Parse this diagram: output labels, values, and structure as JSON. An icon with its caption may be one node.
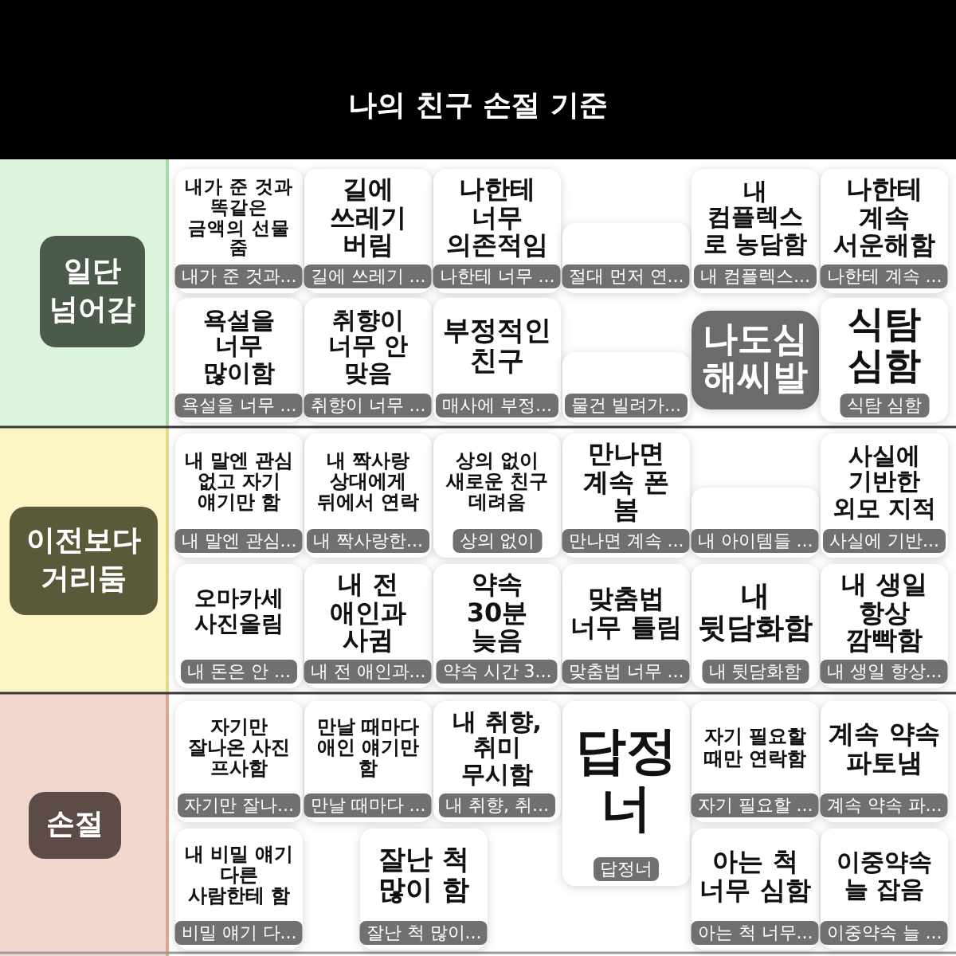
{
  "diagram": {
    "title": "나의 친구 손절 기준",
    "nodes": [
      {
        "text": [
          "일단 넘어감"
        ]
      },
      {
        "text": [
          "이전보다 거리둠"
        ]
      },
      {
        "text": [
          "손절"
        ]
      },
      {
        "text": [
          "내가 준 것과 똑같은 금액의 선물 줌",
          "내가 준 것과..."
        ]
      },
      {
        "text": [
          "길에 쓰레기 버림",
          "길에 쓰레기 ..."
        ]
      },
      {
        "text": [
          "나한테 너무 의존적임",
          "나한테 너무 ..."
        ]
      },
      {
        "text": [
          "절대 먼저 연..."
        ]
      },
      {
        "text": [
          "내 컴플렉스로 농담함",
          "내 컴플렉스..."
        ]
      },
      {
        "text": [
          "나한테 계속 서운해함",
          "나한테 계속 ..."
        ]
      },
      {
        "text": [
          "욕설을 너무 많이함",
          "욕설을 너무 ..."
        ]
      },
      {
        "text": [
          "취향이 너무 안 맞음",
          "취향이 너무 ..."
        ]
      },
      {
        "text": [
          "부정적인 친구",
          "매사에 부정..."
        ]
      },
      {
        "text": [
          "물건 빌려가..."
        ]
      },
      {
        "text": [
          "나도심해씨발"
        ]
      },
      {
        "text": [
          "식탐 심함",
          "식탐 심함"
        ]
      },
      {
        "text": [
          "내 말엔 관심 없고 자기 얘기만 함",
          "내 말엔 관심..."
        ]
      },
      {
        "text": [
          "내 짝사랑 상대에게 뒤에서 연락",
          "내 짝사랑한..."
        ]
      },
      {
        "text": [
          "상의 없이 새로운 친구 데려옴",
          "상의 없이"
        ]
      },
      {
        "text": [
          "만나면 계속 폰 봄",
          "만나면 계속 ..."
        ]
      },
      {
        "text": [
          "내 아이템들 ..."
        ]
      },
      {
        "text": [
          "사실에 기반한 외모 지적",
          "사실에 기반..."
        ]
      },
      {
        "text": [
          "오마카세 사진올림",
          "내 돈은 안 ..."
        ]
      },
      {
        "text": [
          "내 전 애인과 사귐",
          "내 전 애인과..."
        ]
      },
      {
        "text": [
          "약속 30분 늦음",
          "약속 시간 3..."
        ]
      },
      {
        "text": [
          "맞춤법 너무 틀림",
          "맞춤법 너무 ..."
        ]
      },
      {
        "text": [
          "내 뒷담화함",
          "내 뒷담화함"
        ]
      },
      {
        "text": [
          "내 생일 항상 깜빡함",
          "내 생일 항상..."
        ]
      },
      {
        "text": [
          "자기만 잘나온 사진 프사함",
          "자기만 잘나..."
        ]
      },
      {
        "text": [
          "만날 때마다 애인 얘기만 함",
          "만날 때마다 ..."
        ]
      },
      {
        "text": [
          "내 취향, 취미 무시함",
          "내 취향, 취..."
        ]
      },
      {
        "text": [
          "답정너",
          "답정너"
        ]
      },
      {
        "text": [
          "자기 필요할 때만 연락함",
          "자기 필요할 ..."
        ]
      },
      {
        "text": [
          "계속 약속 파토냄",
          "계속 약속 파..."
        ]
      },
      {
        "text": [
          "내 비밀 얘기 다른 사람한테 함",
          "비밀 얘기 다..."
        ]
      },
      {
        "text": [
          "잘난 척 많이 함",
          "잘난 척 많이..."
        ]
      },
      {
        "text": [
          "아는 척 너무 심함",
          "아는 척 너무..."
        ]
      },
      {
        "text": [
          "이중약속 늘 잡음",
          "이중약속 늘 ..."
        ]
      }
    ]
  }
}
